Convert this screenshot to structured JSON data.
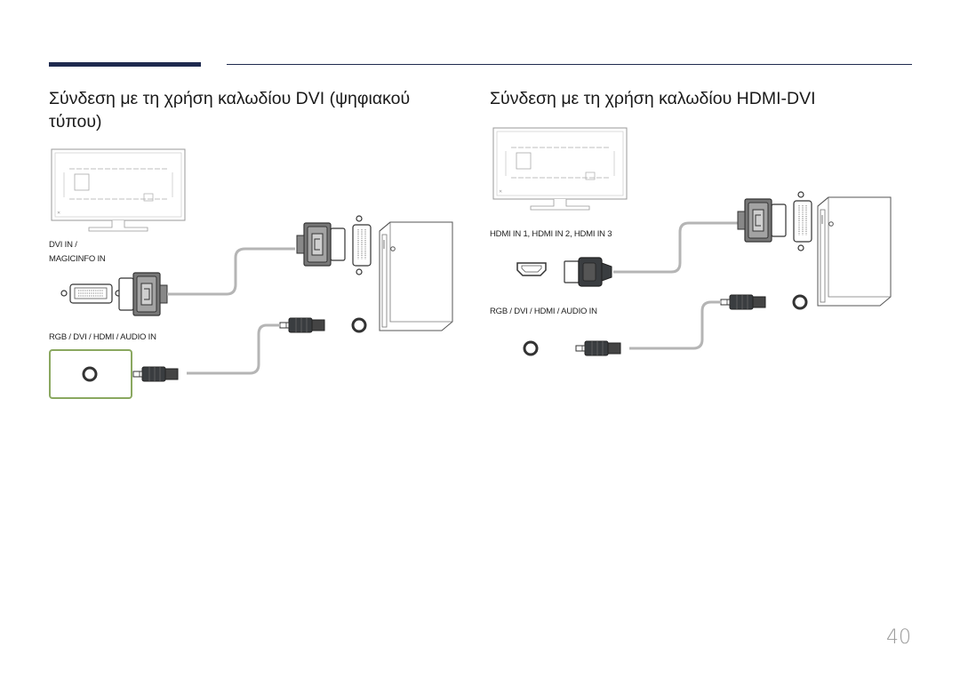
{
  "section_left": {
    "title": "Σύνδεση με τη χρήση καλωδίου DVI (ψηφιακού τύπου)",
    "dvi_port_label_line1": "DVI IN /",
    "dvi_port_label_line2": "MAGICINFO IN",
    "audio_port_label": "RGB / DVI / HDMI / AUDIO IN"
  },
  "section_right": {
    "title": "Σύνδεση με τη χρήση καλωδίου HDMI-DVI",
    "hdmi_port_label": "HDMI IN 1, HDMI IN 2, HDMI IN 3",
    "audio_port_label": "RGB / DVI / HDMI / AUDIO IN"
  },
  "page_number": "40",
  "colors": {
    "accent_rule": "#1f2a4f",
    "highlight_box": "#8aa860",
    "cable": "#b5b5b5",
    "connector": "#3a3d40"
  }
}
